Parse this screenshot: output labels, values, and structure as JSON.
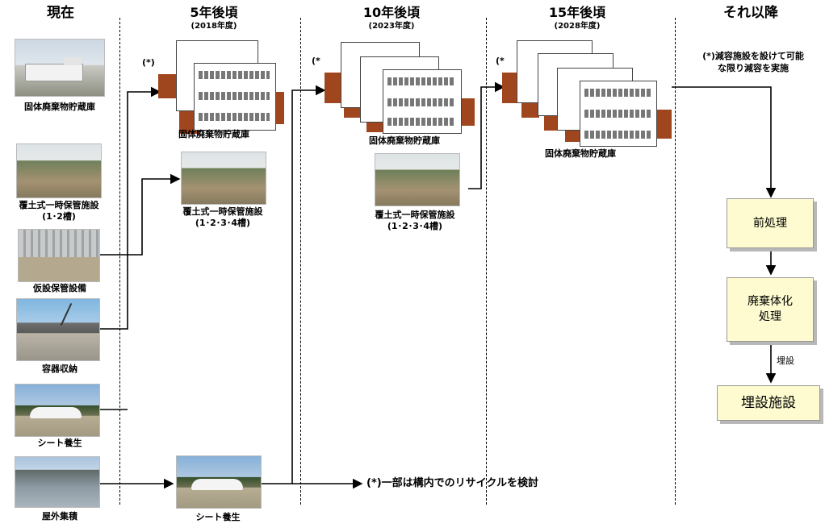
{
  "headers": {
    "now": "現在",
    "y5": {
      "label": "5年後頃",
      "sub": "(2018年度)"
    },
    "y10": {
      "label": "10年後頃",
      "sub": "(2023年度)"
    },
    "y15": {
      "label": "15年後頃",
      "sub": "(2028年度)"
    },
    "after": "それ以降"
  },
  "current": {
    "storage": "固体廃棄物貯蔵庫",
    "soil_line1": "覆土式一時保管施設",
    "soil_line2": "(1･2槽)",
    "temp": "仮設保管設備",
    "container": "容器収納",
    "sheet": "シート養生",
    "outdoor": "屋外集積"
  },
  "y5": {
    "star": "(*)",
    "storage": "固体廃棄物貯蔵庫",
    "soil_line1": "覆土式一時保管施設",
    "soil_line2": "(1･2･3･4槽)",
    "sheet": "シート養生"
  },
  "y10": {
    "star": "(*",
    "storage": "固体廃棄物貯蔵庫",
    "soil_line1": "覆土式一時保管施設",
    "soil_line2": "(1･2･3･4槽)"
  },
  "y15": {
    "star": "(*",
    "storage": "固体廃棄物貯蔵庫"
  },
  "after": {
    "note_line1": "(*)減容施設を設けて可能",
    "note_line2": "な限り減容を実施",
    "pretreat": "前処理",
    "solid_line1": "廃棄体化",
    "solid_line2": "処理",
    "bury_label": "埋設",
    "bury_facility": "埋設施設"
  },
  "recycle_note": "(*)一部は構内でのリサイクルを検討",
  "colors": {
    "rack_brown": "#a0461e",
    "box_fill": "#fdfbcf",
    "shelf_gray": "#777777"
  }
}
